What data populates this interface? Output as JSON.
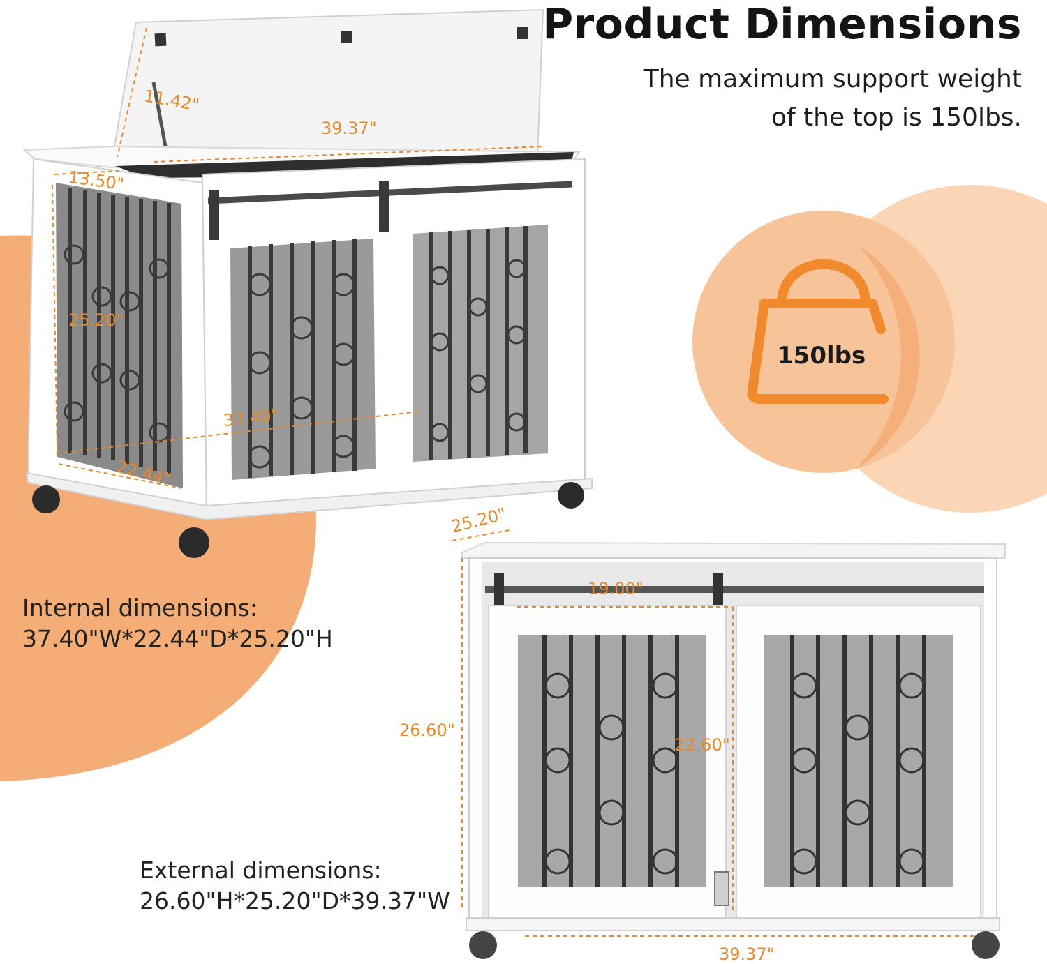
{
  "header": {
    "title": "Product Dimensions",
    "subtitle_line1": "The maximum support weight",
    "subtitle_line2": "of the top is 150lbs."
  },
  "weight_badge": {
    "label": "150lbs",
    "icon": "weight-icon"
  },
  "internal": {
    "line1": "Internal dimensions:",
    "line2": "37.40\"W*22.44\"D*25.20\"H"
  },
  "external": {
    "line1": "External dimensions:",
    "line2": "26.60\"H*25.20\"D*39.37\"W"
  },
  "top_view_labels": {
    "lid_depth": "11.42\"",
    "lid_width": "39.37\"",
    "side_depth": "13.50\"",
    "inner_height": "25.20\"",
    "inner_width": "37.40\"",
    "inner_depth": "22.44\""
  },
  "front_view_labels": {
    "depth": "25.20\"",
    "door_width": "19.00\"",
    "height": "26.60\"",
    "door_height": "22.60\"",
    "width": "39.37\""
  },
  "colors": {
    "accent": "#f08a2c",
    "blob": "#f5b07a",
    "crate_frame": "#ffffff",
    "bars": "#3b3b3b"
  }
}
